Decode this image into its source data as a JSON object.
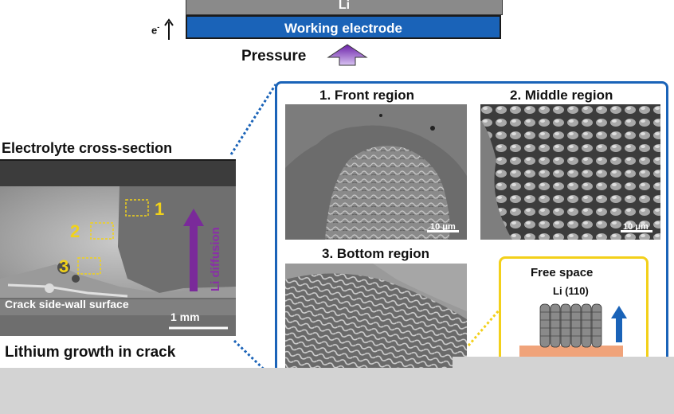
{
  "top": {
    "li_label": "Li",
    "working_electrode_label": "Working electrode",
    "electron_label": "e",
    "electron_sup": "-",
    "pressure_label": "Pressure"
  },
  "left": {
    "title": "Electrolyte cross-section",
    "region_numbers": [
      "1",
      "2",
      "3"
    ],
    "arrow_label": "Li diffusion",
    "crack_label": "Crack side-wall surface",
    "scale_bar": "1 mm",
    "bottom_title": "Lithium growth in crack"
  },
  "panel": {
    "front_title": "1.  Front region",
    "middle_title": "2. Middle region",
    "bottom_title": "3. Bottom region",
    "front_scale": "10 μm",
    "middle_scale": "10 μm",
    "free_space_title": "Free space",
    "li110_label": "Li (110)"
  },
  "colors": {
    "electrode_blue": "#1a63b8",
    "li_gray": "#8a8a8a",
    "arrow_purple": "#7a2a9a",
    "region_yellow": "#f1d21a",
    "substrate_peach": "#f0a37a"
  }
}
